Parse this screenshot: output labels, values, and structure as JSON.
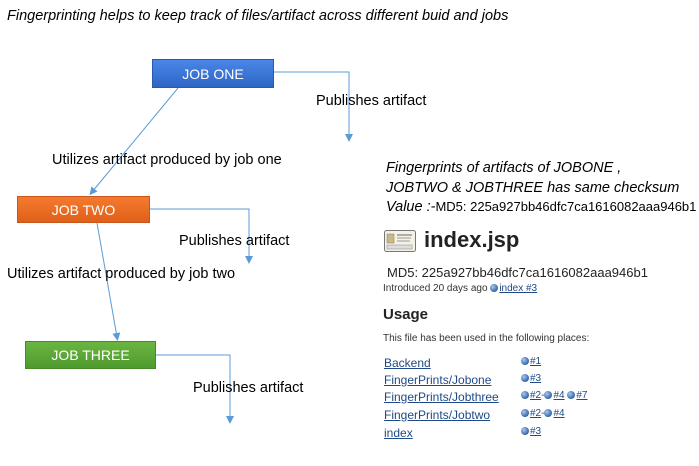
{
  "heading": "Fingerprinting helps to keep track of files/artifact across different buid and jobs",
  "jobs": {
    "one": "JOB ONE",
    "two": "JOB TWO",
    "three": "JOB THREE"
  },
  "edges": {
    "publishes_1": "Publishes artifact",
    "uses_1": "Utilizes artifact produced by job one",
    "publishes_2": "Publishes artifact",
    "uses_2": "Utilizes artifact produced by job two",
    "publishes_3": "Publishes artifact"
  },
  "note": {
    "line1": "Fingerprints of artifacts of JOBONE  ,",
    "line2": "JOBTWO & JOBTHREE has same checksum",
    "line3_prefix": "Value :-",
    "line3_value": "MD5: 225a927bb46dfc7ca1616082aaa946b1"
  },
  "fingerprint": {
    "file": "index.jsp",
    "md5": "MD5: 225a927bb46dfc7ca1616082aaa946b1",
    "introduced_prefix": "Introduced 20 days ago",
    "introduced_link": "index #3",
    "usage_title": "Usage",
    "usage_desc": "This file has been used in the following places:",
    "usages": [
      {
        "name": "Backend",
        "builds": [
          "#1"
        ]
      },
      {
        "name": "FingerPrints/Jobone",
        "builds": [
          "#3"
        ]
      },
      {
        "name": "FingerPrints/Jobthree",
        "builds": [
          "#2",
          "#4",
          "#7"
        ],
        "range": true
      },
      {
        "name": "FingerPrints/Jobtwo",
        "builds": [
          "#2",
          "#4"
        ],
        "range": true
      },
      {
        "name": "index",
        "builds": [
          "#3"
        ]
      }
    ]
  },
  "colors": {
    "job_one": "#3b77d8",
    "job_two": "#ee6c22",
    "job_three": "#5aa737",
    "connector": "#5b9bd5",
    "link": "#204a87"
  }
}
